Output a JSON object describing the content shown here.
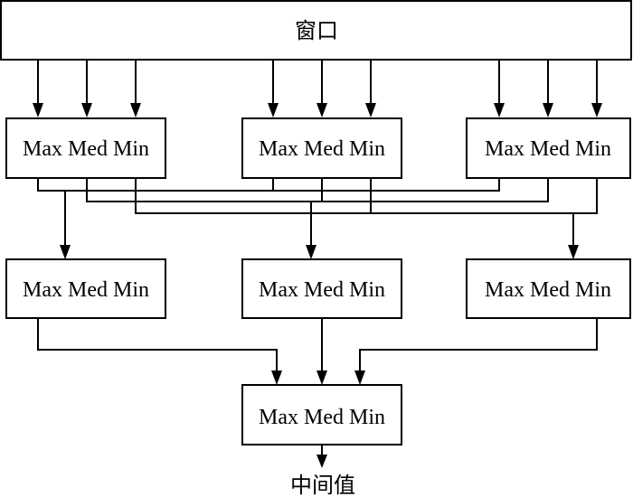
{
  "window_label": "窗口",
  "output_label": "中间值",
  "row1": [
    {
      "text": "Max Med Min"
    },
    {
      "text": "Max Med Min"
    },
    {
      "text": "Max Med Min"
    }
  ],
  "row2": [
    {
      "text": "Max Med Min"
    },
    {
      "text": "Max Med Min"
    },
    {
      "text": "Max Med Min"
    }
  ],
  "final": {
    "text": "Max Med Min"
  }
}
